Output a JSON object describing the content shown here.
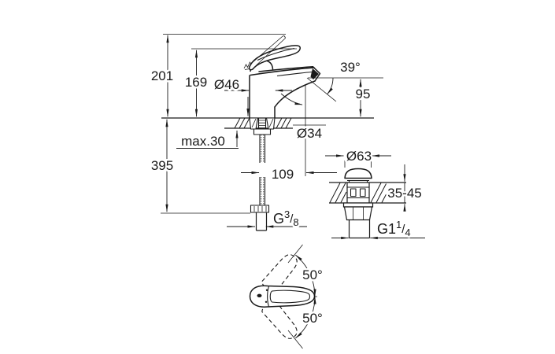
{
  "drawing": {
    "title": "single-lever-basin-mixer-dimension-drawing",
    "colors": {
      "line": "#1a1a1a",
      "background": "#ffffff"
    },
    "labels": {
      "height_total": "201",
      "height_open": "169",
      "body_dia": "Ø46",
      "spout_angle": "39°",
      "outlet_height": "95",
      "deck_max": "max.30",
      "hole_dia": "Ø34",
      "hose_length": "395",
      "spout_reach": "109",
      "drain_dia": "Ø63",
      "counter_thickness": "35-45",
      "supply_thread": {
        "prefix": "G",
        "sup": "3",
        "slash": "/",
        "sub": "8"
      },
      "drain_thread": {
        "prefix": "G1",
        "sup": "1",
        "slash": "/",
        "sub": "4"
      },
      "swivel_upper": "50°",
      "swivel_lower": "50°"
    }
  }
}
